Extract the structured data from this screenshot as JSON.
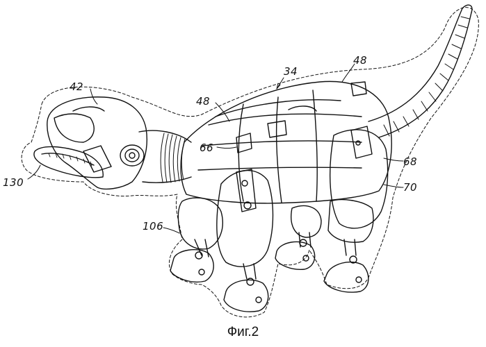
{
  "figure": {
    "caption": "Фиг.2",
    "labels": {
      "ref_34": "34",
      "ref_48_top": "48",
      "ref_48_mid": "48",
      "ref_42": "42",
      "ref_66": "66",
      "ref_68": "68",
      "ref_70": "70",
      "ref_130": "130",
      "ref_106": "106"
    },
    "colors": {
      "ink": "#111111",
      "paper": "#ffffff"
    }
  }
}
